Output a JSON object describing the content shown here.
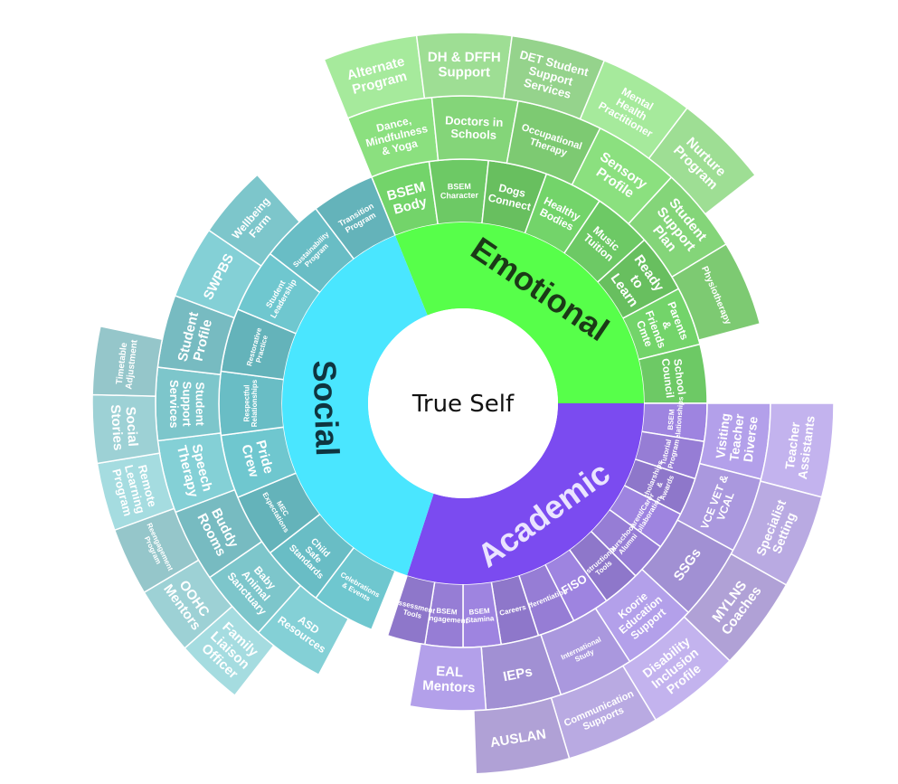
{
  "center": {
    "label": "True Self"
  },
  "core": [
    {
      "key": "emotional",
      "label": "Emotional",
      "color": "#57FF4A"
    },
    {
      "key": "academic",
      "label": "Academic",
      "color": "#7B4BF0"
    },
    {
      "key": "social",
      "label": "Social",
      "color": "#4AE6FF"
    }
  ],
  "emotional_rings": {
    "inner": [
      "BSEM Body",
      "BSEM Character",
      "Dogs Connect",
      "Healthy Bodies",
      "Music Tuition",
      "Ready to Learn",
      "Parents & Friends Cmte",
      "School Council"
    ],
    "middle": [
      "Dance, Mindfulness & Yoga",
      "Doctors in Schools",
      "Occupational Therapy",
      "Sensory Profile",
      "Student Support Plan",
      "Physiotherapy"
    ],
    "outer": [
      "Alternate Program",
      "DH & DFFH Support",
      "DET Student Support Services",
      "Mental Health Practitioner",
      "Nurture Program"
    ]
  },
  "academic_rings": {
    "inner": [
      "BSEM Relationships",
      "Tutorial Program",
      "Scholarships & Awards",
      "Parent/Carer Collaboration",
      "Ourschool Alumni",
      "Instructional Tools",
      "FISO",
      "Differentiation",
      "Careers",
      "BSEM Stamina",
      "BSEM Engagement",
      "Assessment Tools"
    ],
    "middle": [
      "Visiting Teacher Diverse",
      "VCE VET & VCAL",
      "SSGs",
      "Koorie Education Support",
      "International Study",
      "IEPs",
      "EAL Mentors"
    ],
    "outer": [
      "Teacher Assistants",
      "Specialist Setting",
      "MYLNS Coaches",
      "Disability Inclusion Profile",
      "Communication Supports",
      "AUSLAN"
    ]
  },
  "social_rings": {
    "inner": [
      "Celebrations & Events",
      "Child Safe Standards",
      "MEC Expectations",
      "Pride Crew",
      "Respectful Relationships",
      "Restorative Practice",
      "Student Leadership",
      "Sustainability Program",
      "Transition Program"
    ],
    "middle": [
      "ASD Resources",
      "Baby Animal Sanctuary",
      "Buddy Rooms",
      "Speech Therapy",
      "Student Support Services",
      "Student Profile",
      "SWPBS",
      "Wellbeing Farm"
    ],
    "outer": [
      "Family Liaison Officer",
      "OOHC Mentors",
      "Reengagement Program",
      "Remote Learning Program",
      "Social Stories",
      "Timetable Adjustment"
    ]
  },
  "colors": {
    "emotional_inner": "#73D46A",
    "emotional_middle": "#8BE07F",
    "emotional_outer": "#A6EA9C",
    "academic_inner": "#9E84E0",
    "academic_middle": "#B3A0EA",
    "academic_outer": "#C3B3EE",
    "academic_dark": "#6A4FB8",
    "social_inner": "#6FC7CF",
    "social_middle": "#84D0D6",
    "social_outer": "#A5DCE0",
    "social_dark": "#4E9BA8",
    "emotional_text": "#FFFFFF",
    "academic_text": "#FFFFFF",
    "social_text": "#FFFFFF",
    "core_text_emotional": "#1B3A17",
    "core_text_academic": "#EAE4FF",
    "core_text_social": "#0F3540"
  }
}
